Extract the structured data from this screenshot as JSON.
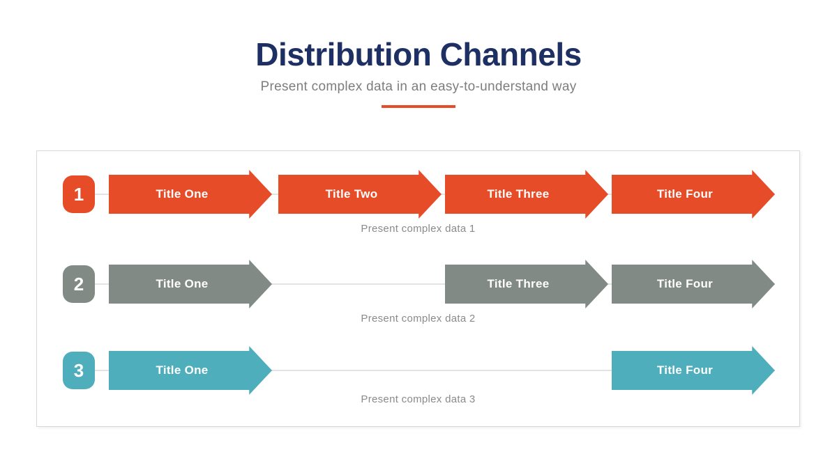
{
  "header": {
    "title": "Distribution Channels",
    "subtitle": "Present complex data in an easy-to-understand way"
  },
  "theme": {
    "title_color": "#1D2F63",
    "subtitle_color": "#7D7D7D",
    "caption_color": "#8A8A8A",
    "accent_orange": "#E74C28",
    "accent_gray": "#828A86",
    "accent_teal": "#4FAEBC",
    "connector_color": "#E3E3E3",
    "panel_border": "#D8D8D8"
  },
  "rows": [
    {
      "number": "1",
      "color": "#E74C28",
      "caption": "Present complex data 1",
      "arrows": [
        {
          "label": "Title One",
          "slot": 0
        },
        {
          "label": "Title Two",
          "slot": 1
        },
        {
          "label": "Title Three",
          "slot": 2
        },
        {
          "label": "Title Four",
          "slot": 3
        }
      ]
    },
    {
      "number": "2",
      "color": "#828A86",
      "caption": "Present complex data 2",
      "arrows": [
        {
          "label": "Title One",
          "slot": 0
        },
        {
          "label": "Title Three",
          "slot": 2
        },
        {
          "label": "Title Four",
          "slot": 3
        }
      ]
    },
    {
      "number": "3",
      "color": "#4FAEBC",
      "caption": "Present complex data 3",
      "arrows": [
        {
          "label": "Title One",
          "slot": 0
        },
        {
          "label": "Title Four",
          "slot": 3
        }
      ]
    }
  ]
}
